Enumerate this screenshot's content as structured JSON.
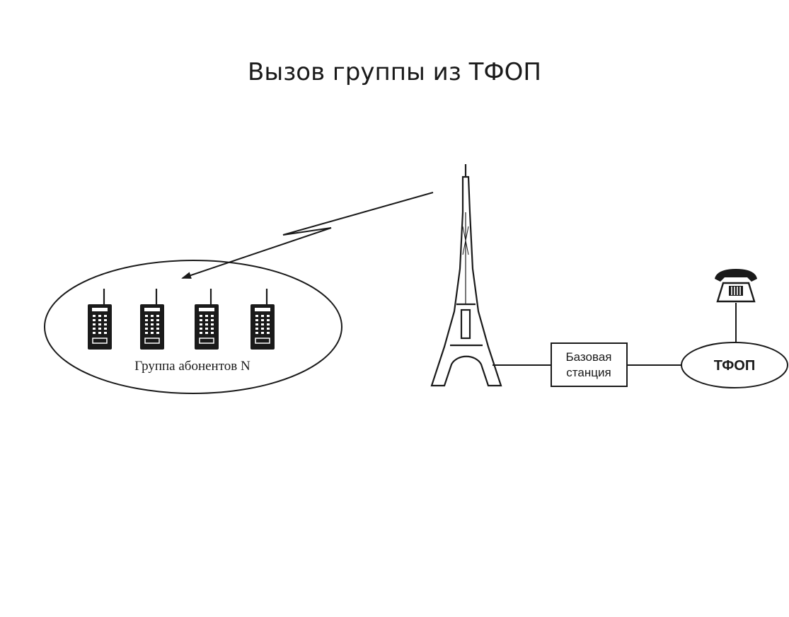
{
  "title": "Вызов группы из ТФОП",
  "group": {
    "label": "Группа абонентов N"
  },
  "base_station": {
    "line1": "Базовая",
    "line2": "станция"
  },
  "pstn": {
    "label": "ТФОП"
  },
  "colors": {
    "ink": "#1a1a1a",
    "background": "#ffffff"
  },
  "icons": {
    "tower": "radio-tower-icon",
    "phone": "desk-telephone-icon",
    "handset": "mobile-handset-icon"
  }
}
